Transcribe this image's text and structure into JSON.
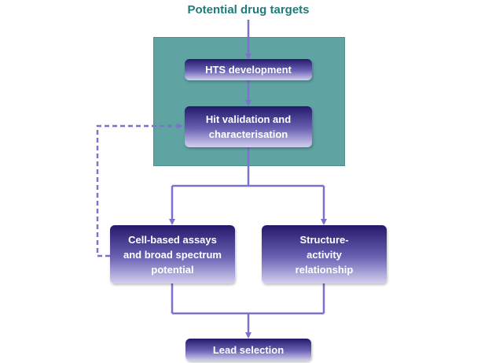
{
  "diagram": {
    "title": "Potential drug targets",
    "nodes": {
      "hts": {
        "label": "HTS development"
      },
      "hit": {
        "label_line1": "Hit validation and",
        "label_line2": "characterisation"
      },
      "cell": {
        "label_line1": "Cell-based assays",
        "label_line2": "and broad spectrum",
        "label_line3": "potential"
      },
      "sar": {
        "label_line1": "Structure-",
        "label_line2": "activity",
        "label_line3": "relationship"
      },
      "lead": {
        "label": "Lead selection"
      }
    },
    "edges": [
      {
        "from": "title",
        "to": "hts",
        "style": "solid"
      },
      {
        "from": "hts",
        "to": "hit",
        "style": "solid"
      },
      {
        "from": "hit",
        "to": "cell",
        "style": "solid"
      },
      {
        "from": "hit",
        "to": "sar",
        "style": "solid"
      },
      {
        "from": "cell",
        "to": "lead",
        "style": "solid"
      },
      {
        "from": "sar",
        "to": "lead",
        "style": "solid"
      },
      {
        "from": "cell",
        "to": "hit",
        "style": "dashed"
      }
    ],
    "colors": {
      "title": "#1f7a7a",
      "panel": "#5fa3a3",
      "box_top": "#25186b",
      "box_bottom": "#d3d0ef",
      "connector": "#7b73c9"
    }
  }
}
